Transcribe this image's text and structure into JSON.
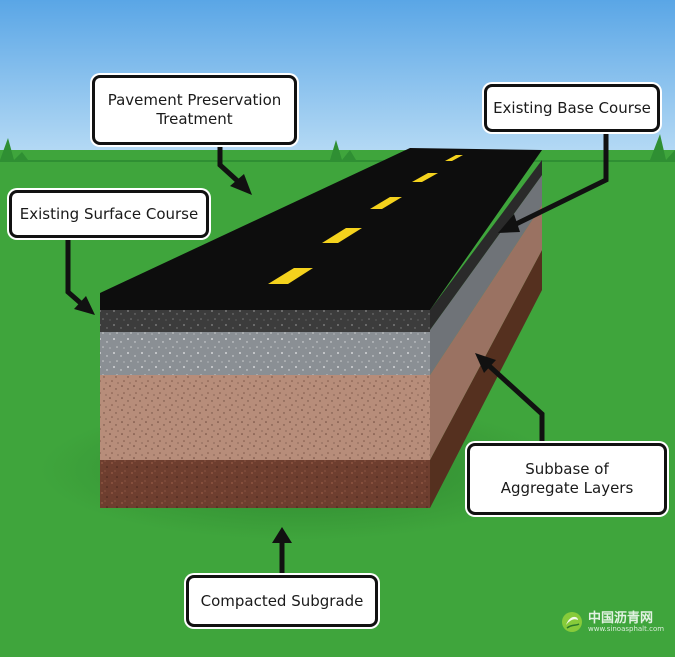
{
  "colors": {
    "sky_top": "#5aa6e6",
    "sky_bottom": "#b9dcf5",
    "grass": "#3fa53c",
    "grass_dark": "#2f8f33",
    "asphalt": "#0d0d0d",
    "lane_marking": "#f4d21d",
    "surface_course": "#3c3c3c",
    "base_course": "#8a8f94",
    "subbase": "#b78d7a",
    "subgrade": "#6e3e2f"
  },
  "labels": {
    "pavement_preservation": [
      "Pavement Preservation",
      "Treatment"
    ],
    "existing_surface_course": [
      "Existing Surface Course"
    ],
    "existing_base_course": [
      "Existing Base Course"
    ],
    "subbase_aggregate": [
      "Subbase of",
      "Aggregate Layers"
    ],
    "compacted_subgrade": [
      "Compacted Subgrade"
    ]
  },
  "watermark": {
    "title": "中国沥青网",
    "url": "www.sinoasphalt.com"
  }
}
